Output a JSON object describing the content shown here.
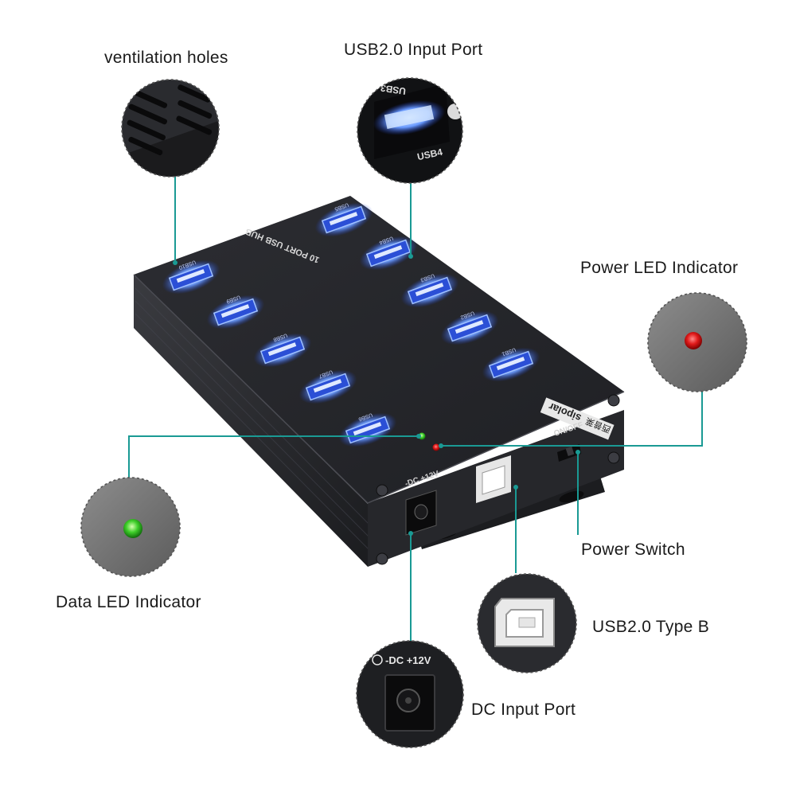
{
  "callouts": {
    "ventilation": "ventilation holes",
    "usb_input": "USB2.0 Input Port",
    "power_led": "Power LED Indicator",
    "data_led": "Data LED Indicator",
    "power_switch": "Power Switch",
    "type_b": "USB2.0 Type B",
    "dc_input": "DC Input Port"
  },
  "device": {
    "top_label": "10 PORT USB HUB",
    "brand": "sipolar",
    "brand_cn": "西普莱",
    "switch_label": "ON/OFF",
    "dc_label": "-DC +12V",
    "port_labels": [
      "USB1",
      "USB2",
      "USB3",
      "USB4",
      "USB5",
      "USB6",
      "USB7",
      "USB8",
      "USB9",
      "USB10"
    ]
  },
  "zoom": {
    "port_top": "USB3",
    "port_bottom": "USB4",
    "dc_label": "-DC +12V"
  },
  "colors": {
    "accent": "#1a9a94",
    "hub_body": "#26272b",
    "port_glow": "#5a8cff",
    "power_led": "#e01a1a",
    "data_led": "#3fcf2a"
  }
}
